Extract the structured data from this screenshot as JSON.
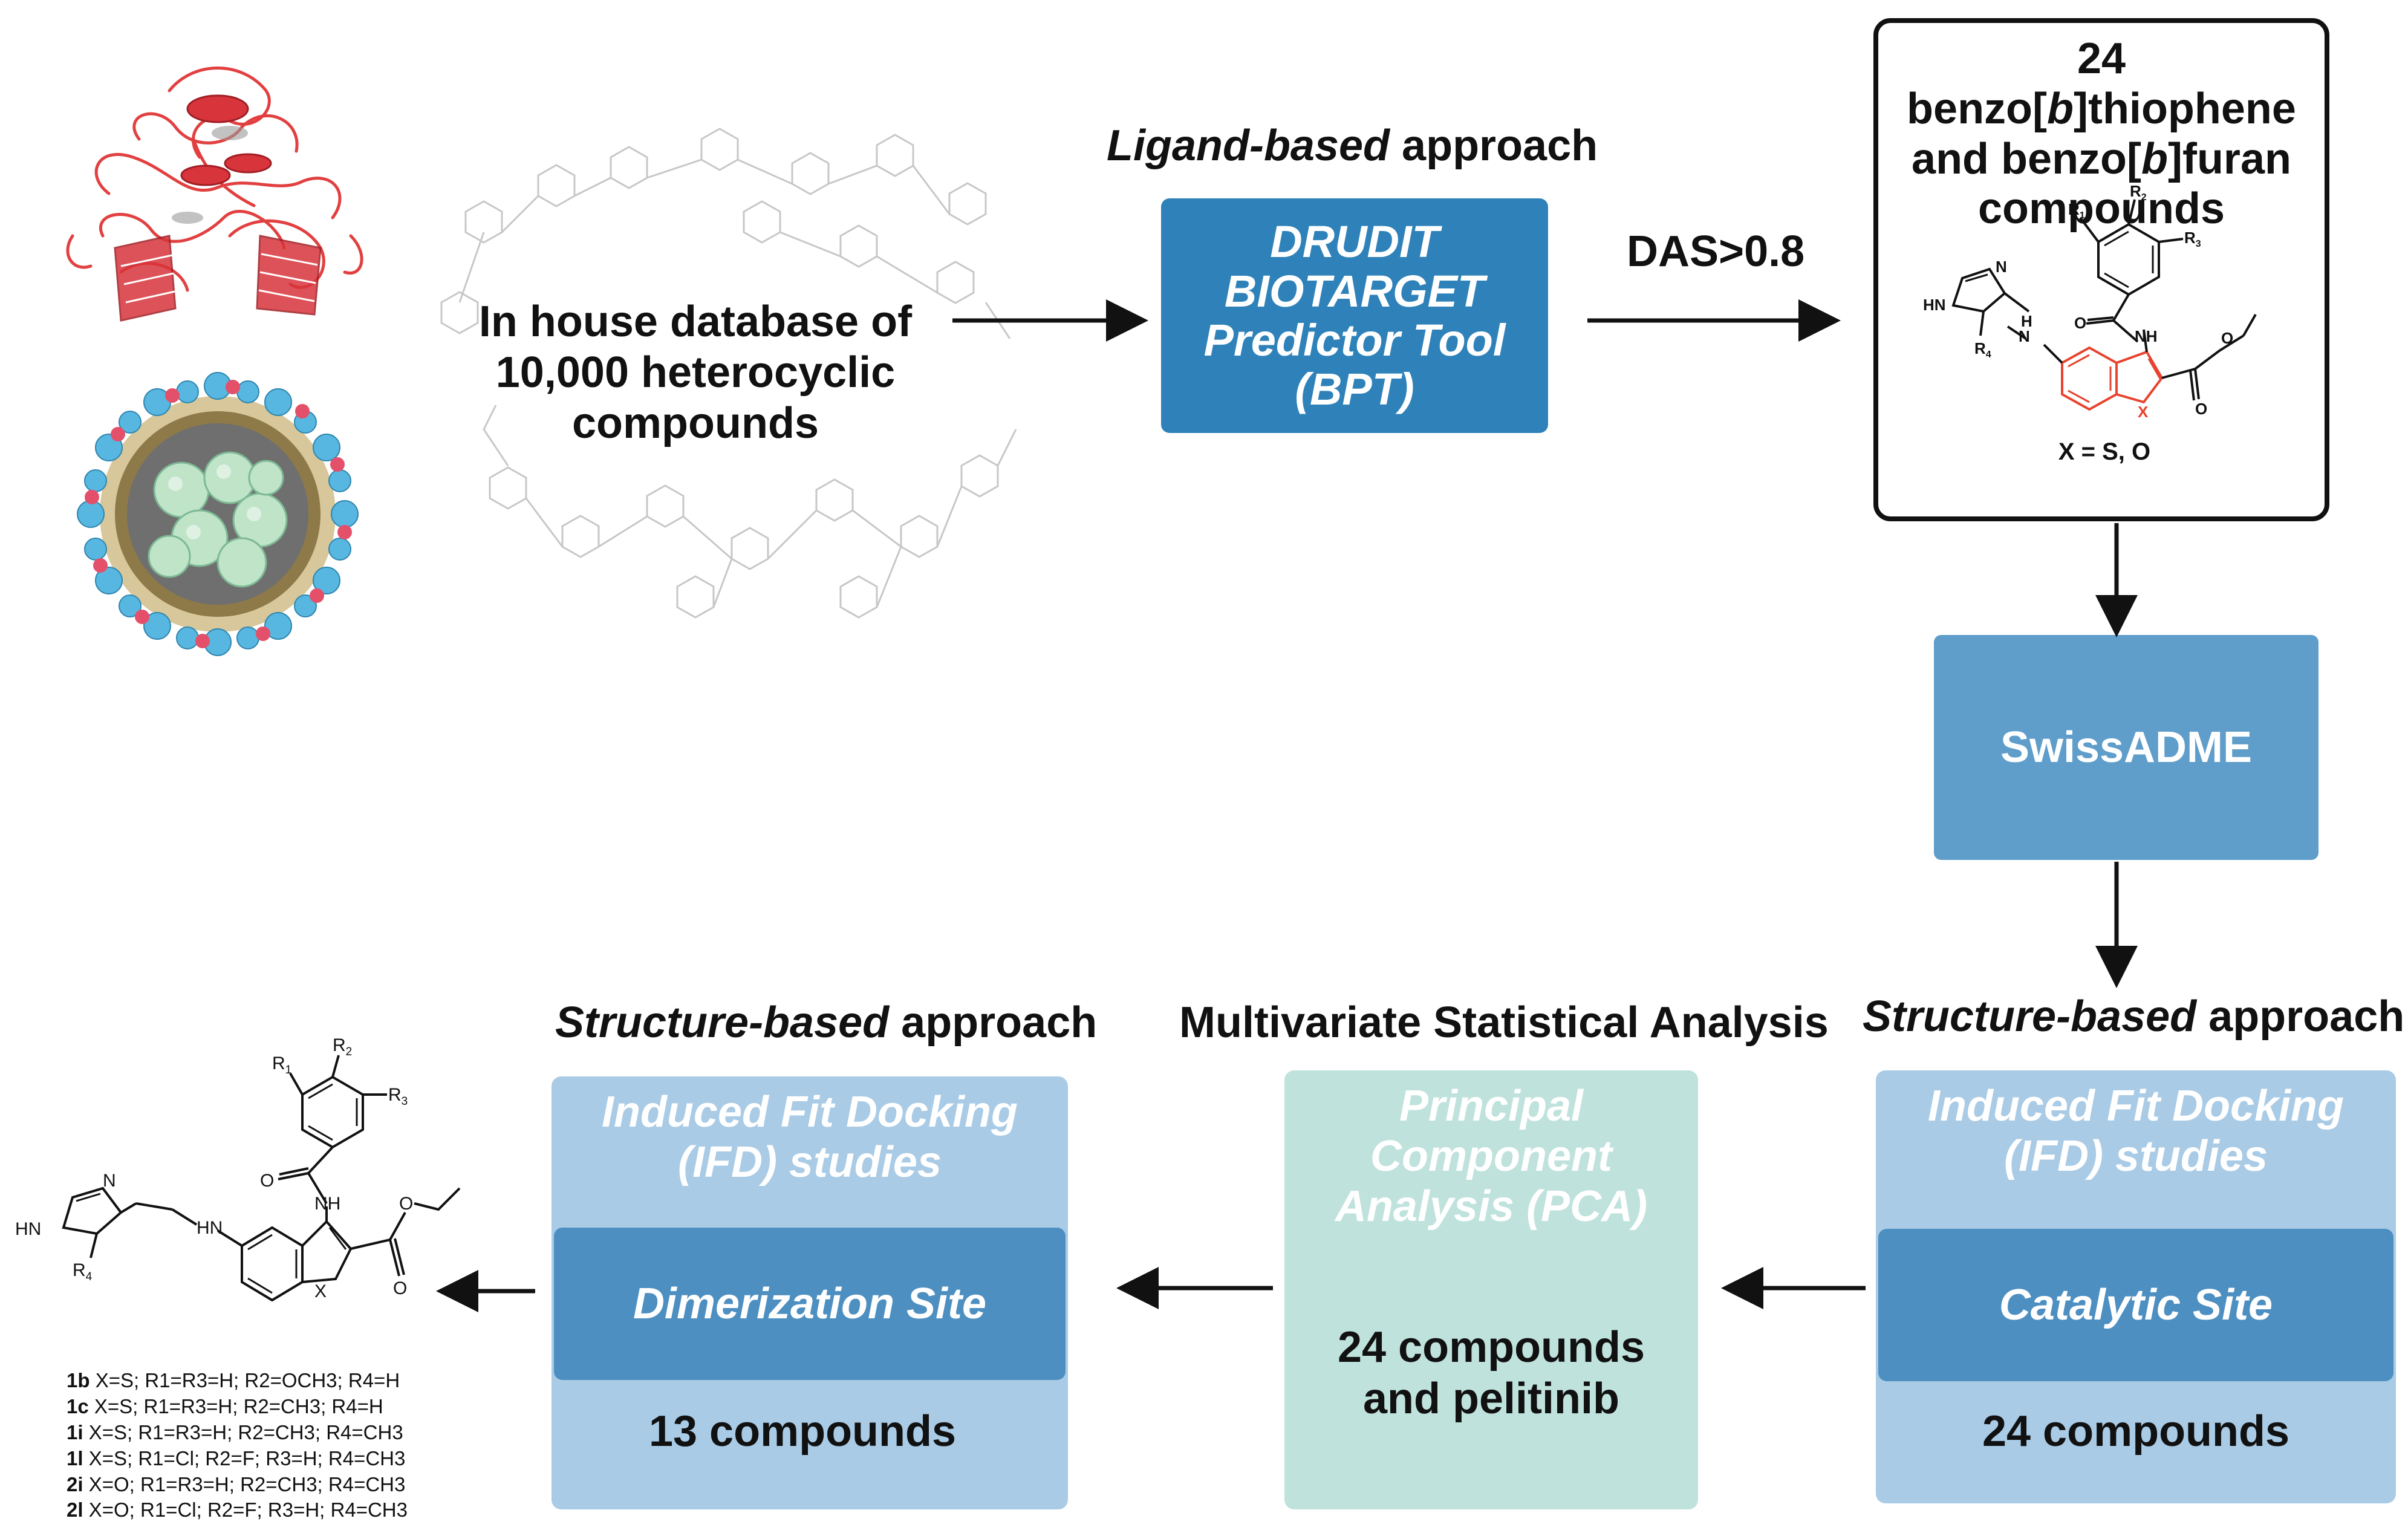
{
  "database": {
    "text_lines": [
      "In house database of",
      "10,000 heterocyclic",
      "compounds"
    ]
  },
  "ligand_approach": {
    "label_italic": "Ligand-based",
    "label_rest": " approach"
  },
  "bpt_box": {
    "lines": [
      "DRUDIT",
      "BIOTARGET",
      "Predictor Tool",
      "(BPT)"
    ]
  },
  "das_label": "DAS>0.8",
  "scaffold_box": {
    "title_line1_pre": "24 benzo[",
    "title_line1_italic": "b",
    "title_line1_post": "]thiophene",
    "title_line2_pre": "and benzo[",
    "title_line2_italic": "b",
    "title_line2_post": "]furan",
    "title_line3": "compounds",
    "x_label": "X = S, O"
  },
  "swissadme": {
    "label": "SwissADME"
  },
  "structure_right": {
    "label_italic": "Structure-based",
    "label_rest": " approach",
    "ifd_lines": [
      "Induced Fit Docking",
      "(IFD) studies"
    ],
    "site": "Catalytic Site",
    "count": "24 compounds"
  },
  "mva": {
    "label": "Multivariate Statistical Analysis",
    "pca_lines": [
      "Principal",
      "Component",
      "Analysis (PCA)"
    ],
    "count_lines": [
      "24 compounds",
      "and pelitinib"
    ]
  },
  "structure_left": {
    "label_italic": "Structure-based",
    "label_rest": " approach",
    "ifd_lines": [
      "Induced Fit Docking",
      "(IFD) studies"
    ],
    "site": "Dimerization Site",
    "count": "13 compounds"
  },
  "chem_labels": {
    "R1": "R",
    "R2": "R",
    "R3": "R",
    "R4": "R",
    "sub1": "1",
    "sub2": "2",
    "sub3": "3",
    "sub4": "4",
    "HN": "HN",
    "N": "N",
    "H": "H",
    "NH": "NH",
    "O": "O",
    "X": "X"
  },
  "hit_list": [
    {
      "id": "1b",
      "desc": "X=S; R1=R3=H; R2=OCH3; R4=H"
    },
    {
      "id": "1c",
      "desc": "X=S; R1=R3=H; R2=CH3; R4=H"
    },
    {
      "id": "1i",
      "desc": "X=S; R1=R3=H; R2=CH3; R4=CH3"
    },
    {
      "id": "1l",
      "desc": "X=S; R1=Cl; R2=F; R3=H; R4=CH3"
    },
    {
      "id": "2i",
      "desc": "X=O; R1=R3=H; R2=CH3; R4=CH3"
    },
    {
      "id": "2l",
      "desc": "X=O; R1=Cl; R2=F; R3=H; R4=CH3"
    }
  ],
  "colors": {
    "bpt_blue": "#2f82b9",
    "swiss_blue": "#5f9dca",
    "light_blue": "#a9cbe6",
    "site_blue": "#4d8fc1",
    "teal": "#bfe2dd",
    "scaffold_red": "#e8432e"
  },
  "icons": [
    "protein-structure-icon",
    "virus-particle-icon",
    "molecule-cloud-icon"
  ]
}
